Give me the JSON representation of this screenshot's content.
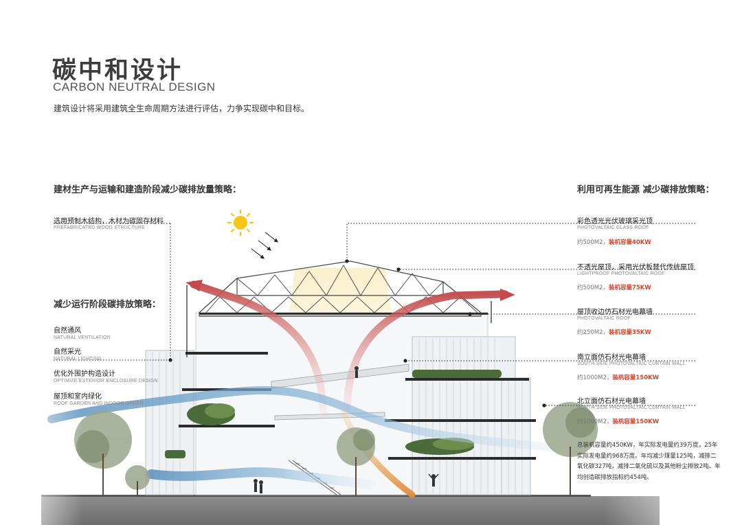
{
  "header": {
    "title_cn": "碳中和设计",
    "title_en": "CARBON NEUTRAL DESIGN",
    "intro": "建筑设计将采用建筑全生命周期方法进行评估，力争实现碳中和目标。"
  },
  "left": {
    "heading_construction": "建材生产与运输和建造阶段减少碳排放量策略：",
    "wood": {
      "cn": "选用预制木结构，木材为碳固存材料",
      "en": "PREFABRICATED WOOD STRUCTURE"
    },
    "heading_operation": "减少运行阶段碳排放策略：",
    "items": [
      {
        "cn": "自然通风",
        "en": "NATURAL VENTILATION"
      },
      {
        "cn": "自然采光",
        "en": "NATURAL LIGHTING"
      },
      {
        "cn": "优化外围护构造设计",
        "en": "OPTIMIZE EXTERIOR ENCLOSURE DESIGN"
      },
      {
        "cn": "屋顶和室内绿化",
        "en": "ROOF GARDEN AND INDOOR GREEN"
      }
    ]
  },
  "right": {
    "heading": "利用可再生能源 减少碳排放策略：",
    "items": [
      {
        "cn": "彩色透光光伏玻璃采光顶",
        "en": "PHOTOVALTAIC GLASS ROOF",
        "area": "约500M2，",
        "capacity": "装机容量40KW"
      },
      {
        "cn": "不透光屋顶，采用光伏板替代传统屋顶",
        "en": "LIGHTPROOF PHOTOVALTAIC ROOF",
        "area": "约500M2，",
        "capacity": "装机容量75KW"
      },
      {
        "cn": "屋顶收边仿石材光电幕墙",
        "en": "PHOTOVALTAIC ROOF",
        "area": "约250M2，",
        "capacity": "装机容量35KW"
      },
      {
        "cn": "南立面仿石材光电幕墙",
        "en": "SOUTH SIDE PHOTOVALTAIC CURTAIN WALL",
        "area": "约1000M2，",
        "capacity": "装机容量150KW"
      },
      {
        "cn": "北立面仿石材光电幕墙",
        "en": "NORTH SIDE PHOTOVALTAIC CURTAIN WALL",
        "area": "约1000M2，",
        "capacity": "装机容量150KW"
      }
    ],
    "summary": "总装机容量约450KW，年实际发电量约39万度，25年实际发电量约968万度。年均减少煤量125吨，减排二氧化碳327吨，减排二氧化硫以及其他粉尘排放2吨。年均创造碳排放指标约454吨。"
  },
  "colors": {
    "accent_red": "#d8432a",
    "dotted_line": "#444444",
    "arrow_red": "#c24a4a",
    "arrow_blue": "#5b93bf",
    "sun": "#f5c518",
    "ground": "#7a7a7a"
  },
  "icons": [
    "sun-icon",
    "sunray-arrow-icon",
    "tree-icon",
    "person-icon"
  ]
}
